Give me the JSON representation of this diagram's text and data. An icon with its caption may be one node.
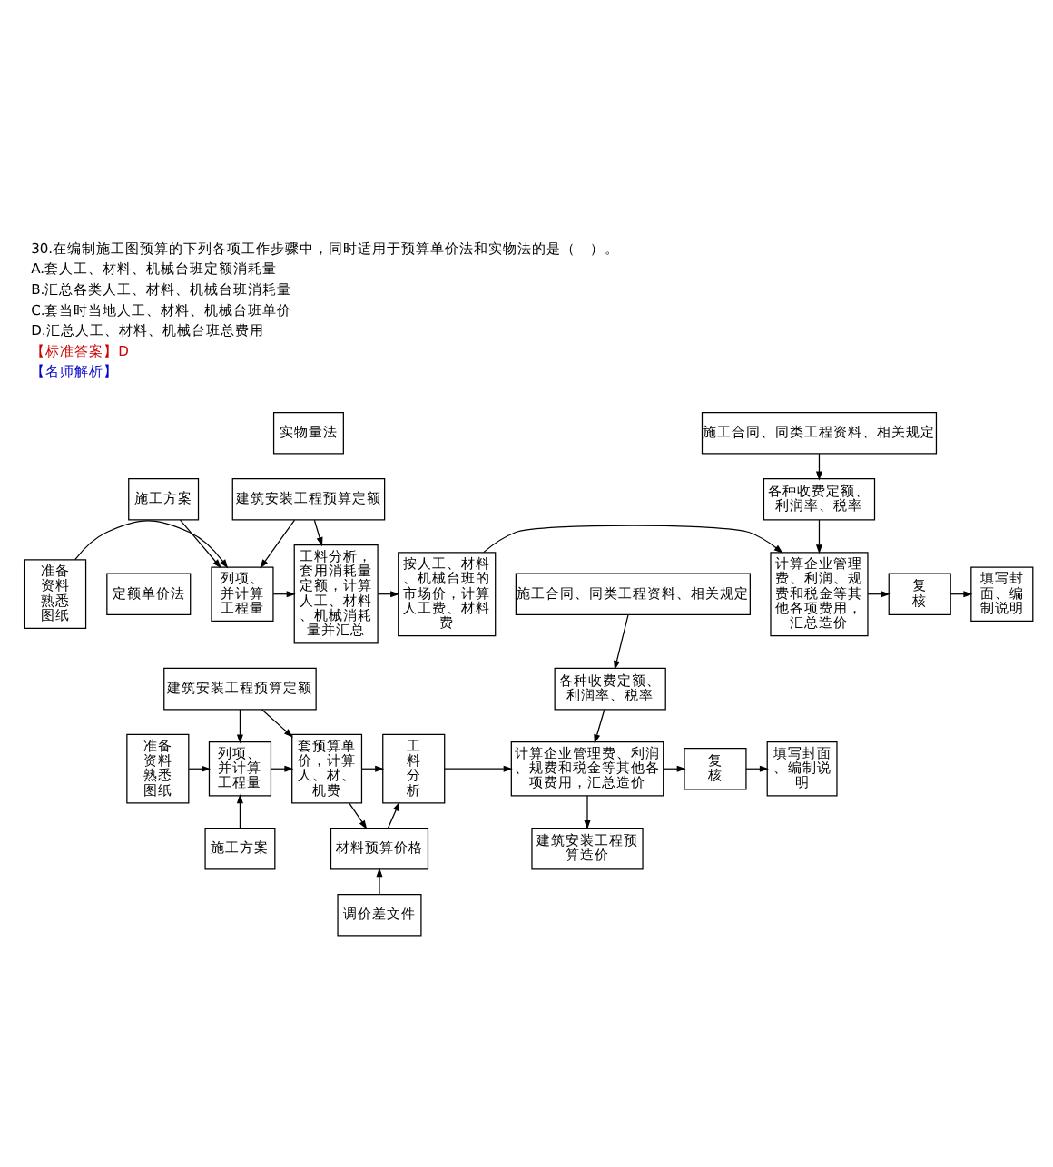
{
  "diagram": {
    "nodes": [
      {
        "text": [
          "实物量法"
        ]
      },
      {
        "text": [
          "施工合同、同类工程资料、相关规定"
        ]
      },
      {
        "text": [
          "建筑安装工程预算定额"
        ]
      },
      {
        "text": [
          "各种收费定额、利润率、税率"
        ]
      },
      {
        "text": [
          "准备资料熟悉图纸"
        ]
      },
      {
        "text": [
          "列项、并计算工程量"
        ]
      },
      {
        "text": [
          "工料分析，套用消耗量定额，计算人工、材料、机械消耗量并汇总"
        ]
      },
      {
        "text": [
          "按人工、材料、机械台班的市场价，计算人工费、材料费"
        ]
      },
      {
        "text": [
          "计算企业管理费、利润、规费和税金等其他各项费用，汇总造价"
        ]
      },
      {
        "text": [
          "复核"
        ]
      },
      {
        "text": [
          "填写封面、编制说明"
        ]
      },
      {
        "text": [
          "施工方案"
        ]
      },
      {
        "text": [
          "定额单价法"
        ]
      },
      {
        "text": [
          "施工合同、同类工程资料、相关规定"
        ]
      },
      {
        "text": [
          "建筑安装工程预算定额"
        ]
      },
      {
        "text": [
          "各种收费定额、利润率、税率"
        ]
      },
      {
        "text": [
          "准备资料熟悉图纸"
        ]
      },
      {
        "text": [
          "列项、并计算工程量"
        ]
      },
      {
        "text": [
          "套预算单价，计算人、材、机费"
        ]
      },
      {
        "text": [
          "工料分析"
        ]
      },
      {
        "text": [
          "计算企业管理费、利润、规费和税金等其他各项费用，汇总造价"
        ]
      },
      {
        "text": [
          "复核"
        ]
      },
      {
        "text": [
          "填写封面、编制说明"
        ]
      },
      {
        "text": [
          "施工方案"
        ]
      },
      {
        "text": [
          "材料预算价格"
        ]
      },
      {
        "text": [
          "建筑安装工程预算造价"
        ]
      },
      {
        "text": [
          "调价差文件"
        ]
      }
    ],
    "edges": [
      {
        "from": 4,
        "to": 5,
        "arrow": "to"
      },
      {
        "from": 5,
        "to": 6,
        "arrow": "to"
      },
      {
        "from": 6,
        "to": 7,
        "arrow": "to"
      },
      {
        "from": 7,
        "to": 8,
        "arrow": "to"
      },
      {
        "from": 8,
        "to": 9,
        "arrow": "to"
      },
      {
        "from": 9,
        "to": 10,
        "arrow": "to"
      },
      {
        "from": 2,
        "to": 5,
        "arrow": "to"
      },
      {
        "from": 2,
        "to": 6,
        "arrow": "to"
      },
      {
        "from": 11,
        "to": 5,
        "arrow": "to"
      },
      {
        "from": 1,
        "to": 3,
        "arrow": "to"
      },
      {
        "from": 3,
        "to": 8,
        "arrow": "to"
      },
      {
        "from": 16,
        "to": 17,
        "arrow": "to"
      },
      {
        "from": 17,
        "to": 18,
        "arrow": "to"
      },
      {
        "from": 18,
        "to": 19,
        "arrow": "to"
      },
      {
        "from": 19,
        "to": 20,
        "arrow": "to"
      },
      {
        "from": 20,
        "to": 21,
        "arrow": "to"
      },
      {
        "from": 21,
        "to": 22,
        "arrow": "to"
      },
      {
        "from": 14,
        "to": 17,
        "arrow": "to"
      },
      {
        "from": 14,
        "to": 18,
        "arrow": "to"
      },
      {
        "from": 23,
        "to": 17,
        "arrow": "to"
      },
      {
        "from": 18,
        "to": 24,
        "arrow": "to"
      },
      {
        "from": 24,
        "to": 19,
        "arrow": "to"
      },
      {
        "from": 26,
        "to": 24,
        "arrow": "to"
      },
      {
        "from": 13,
        "to": 15,
        "arrow": "to"
      },
      {
        "from": 15,
        "to": 20,
        "arrow": "to"
      },
      {
        "from": 20,
        "to": 25,
        "arrow": "to"
      }
    ],
    "labels": [
      "30.在编制施工图预算的下列各项工作步骤中，同时适用于预算单价法和实物法的是（　）。",
      "A.套人工、材料、机械台班定额消耗量",
      "B.汇总各类人工、材料、机械台班消耗量",
      "C.套当时当地人工、材料、机械台班单价",
      "D.汇总人工、材料、机械台班总费用",
      "【标准答案】D",
      "【名师解析】"
    ]
  }
}
